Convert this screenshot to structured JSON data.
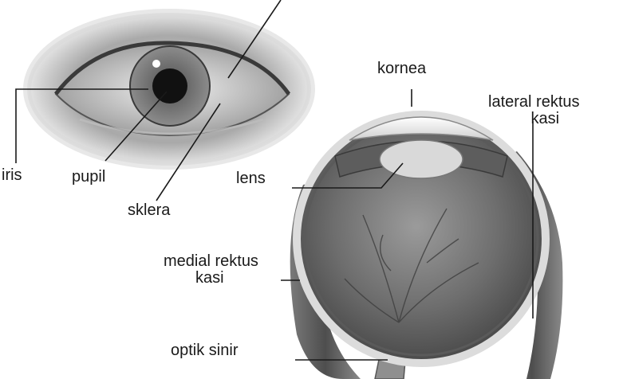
{
  "labels": {
    "iris": "iris",
    "pupil": "pupil",
    "sklera": "sklera",
    "lens": "lens",
    "kornea": "kornea",
    "lateral_rektus_line1": "lateral rektus",
    "lateral_rektus_line2": "kasi",
    "medial_rektus_line1": "medial rektus",
    "medial_rektus_line2": "kasi",
    "optik_sinir": "optik sinir"
  }
}
